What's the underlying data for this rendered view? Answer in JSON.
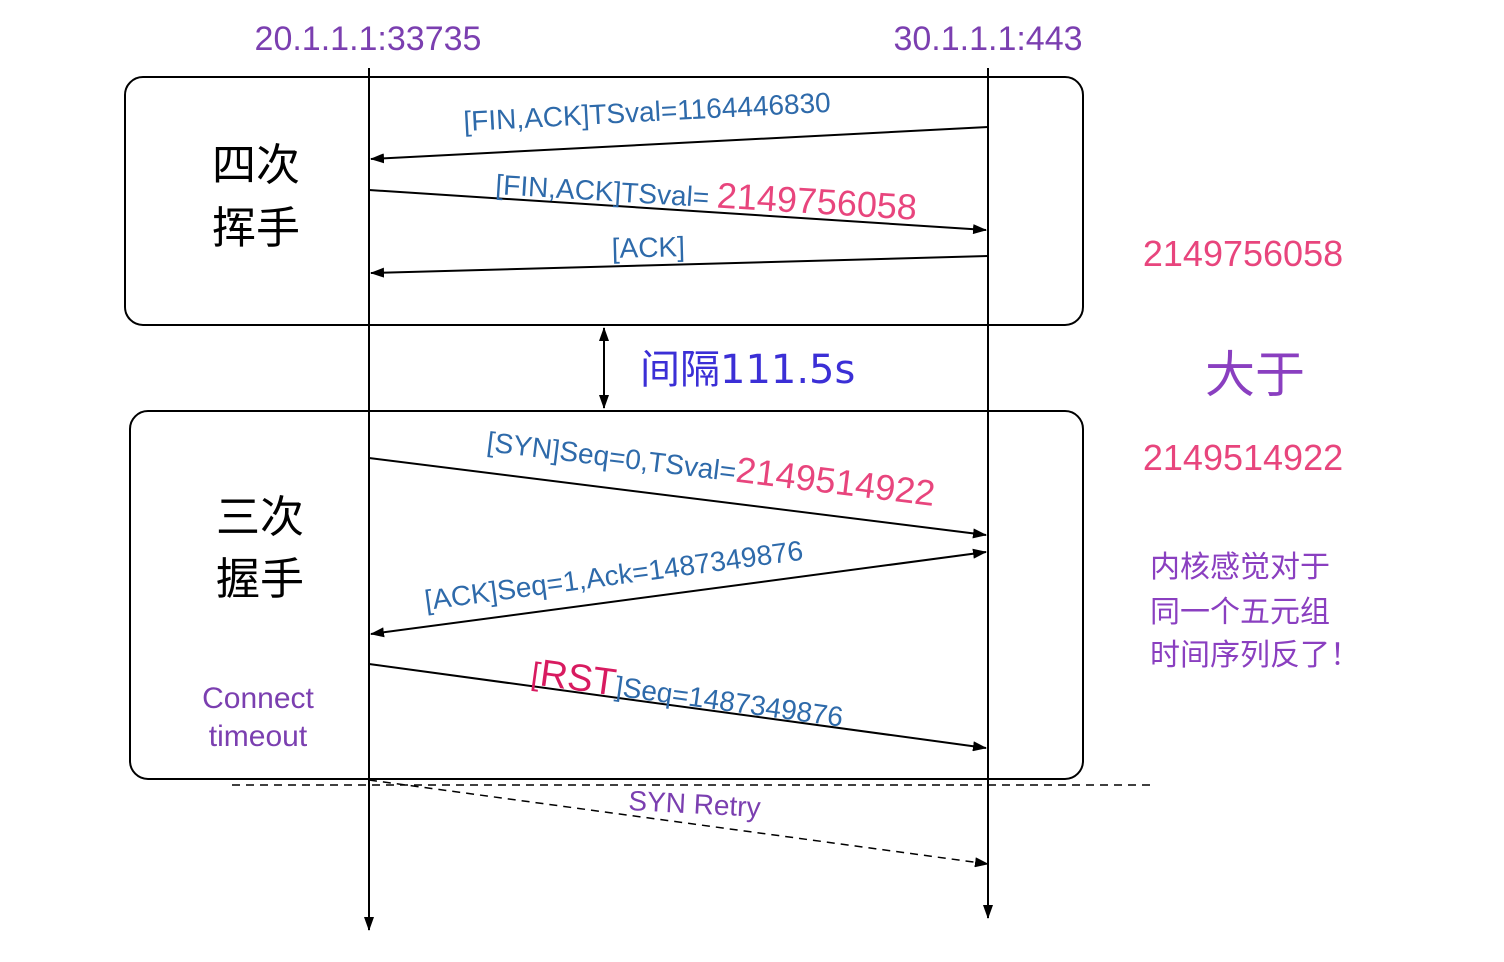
{
  "hosts": {
    "client": "20.1.1.1:33735",
    "server": "30.1.1.1:443"
  },
  "four_way": {
    "label_line1": "四次",
    "label_line2": "挥手",
    "msg1": "[FIN,ACK]TSval=1164446830",
    "msg2_prefix": "[FIN,ACK]TSval= ",
    "msg2_value": "2149756058",
    "msg3": "[ACK]"
  },
  "gap": {
    "label": "间隔111.5s"
  },
  "three_way": {
    "label_line1": "三次",
    "label_line2": "握手",
    "msg1_prefix": "[SYN]Seq=0,TSval=",
    "msg1_value": "2149514922",
    "msg2": "[ACK]Seq=1,Ack=1487349876",
    "msg3_bracket": "[",
    "msg3_rst": "RST",
    "msg3_suffix": "]Seq=1487349876",
    "connect_line1": "Connect",
    "connect_line2": "timeout"
  },
  "retry": {
    "label": "SYN Retry"
  },
  "comparison": {
    "value_top": "2149756058",
    "relation": "大于",
    "value_bottom": "2149514922",
    "note_line1": "内核感觉对于",
    "note_line2": "同一个五元组",
    "note_line3": "时间序列反了！"
  },
  "colors": {
    "host": "#7b3fb0",
    "message": "#2e6aaa",
    "highlight": "#e8457d",
    "rst": "#d81b60",
    "gap": "#3b2fd6",
    "relation": "#8a3fc0",
    "note": "#8a3fc0",
    "retry": "#7b3fb0",
    "line": "#000000"
  }
}
